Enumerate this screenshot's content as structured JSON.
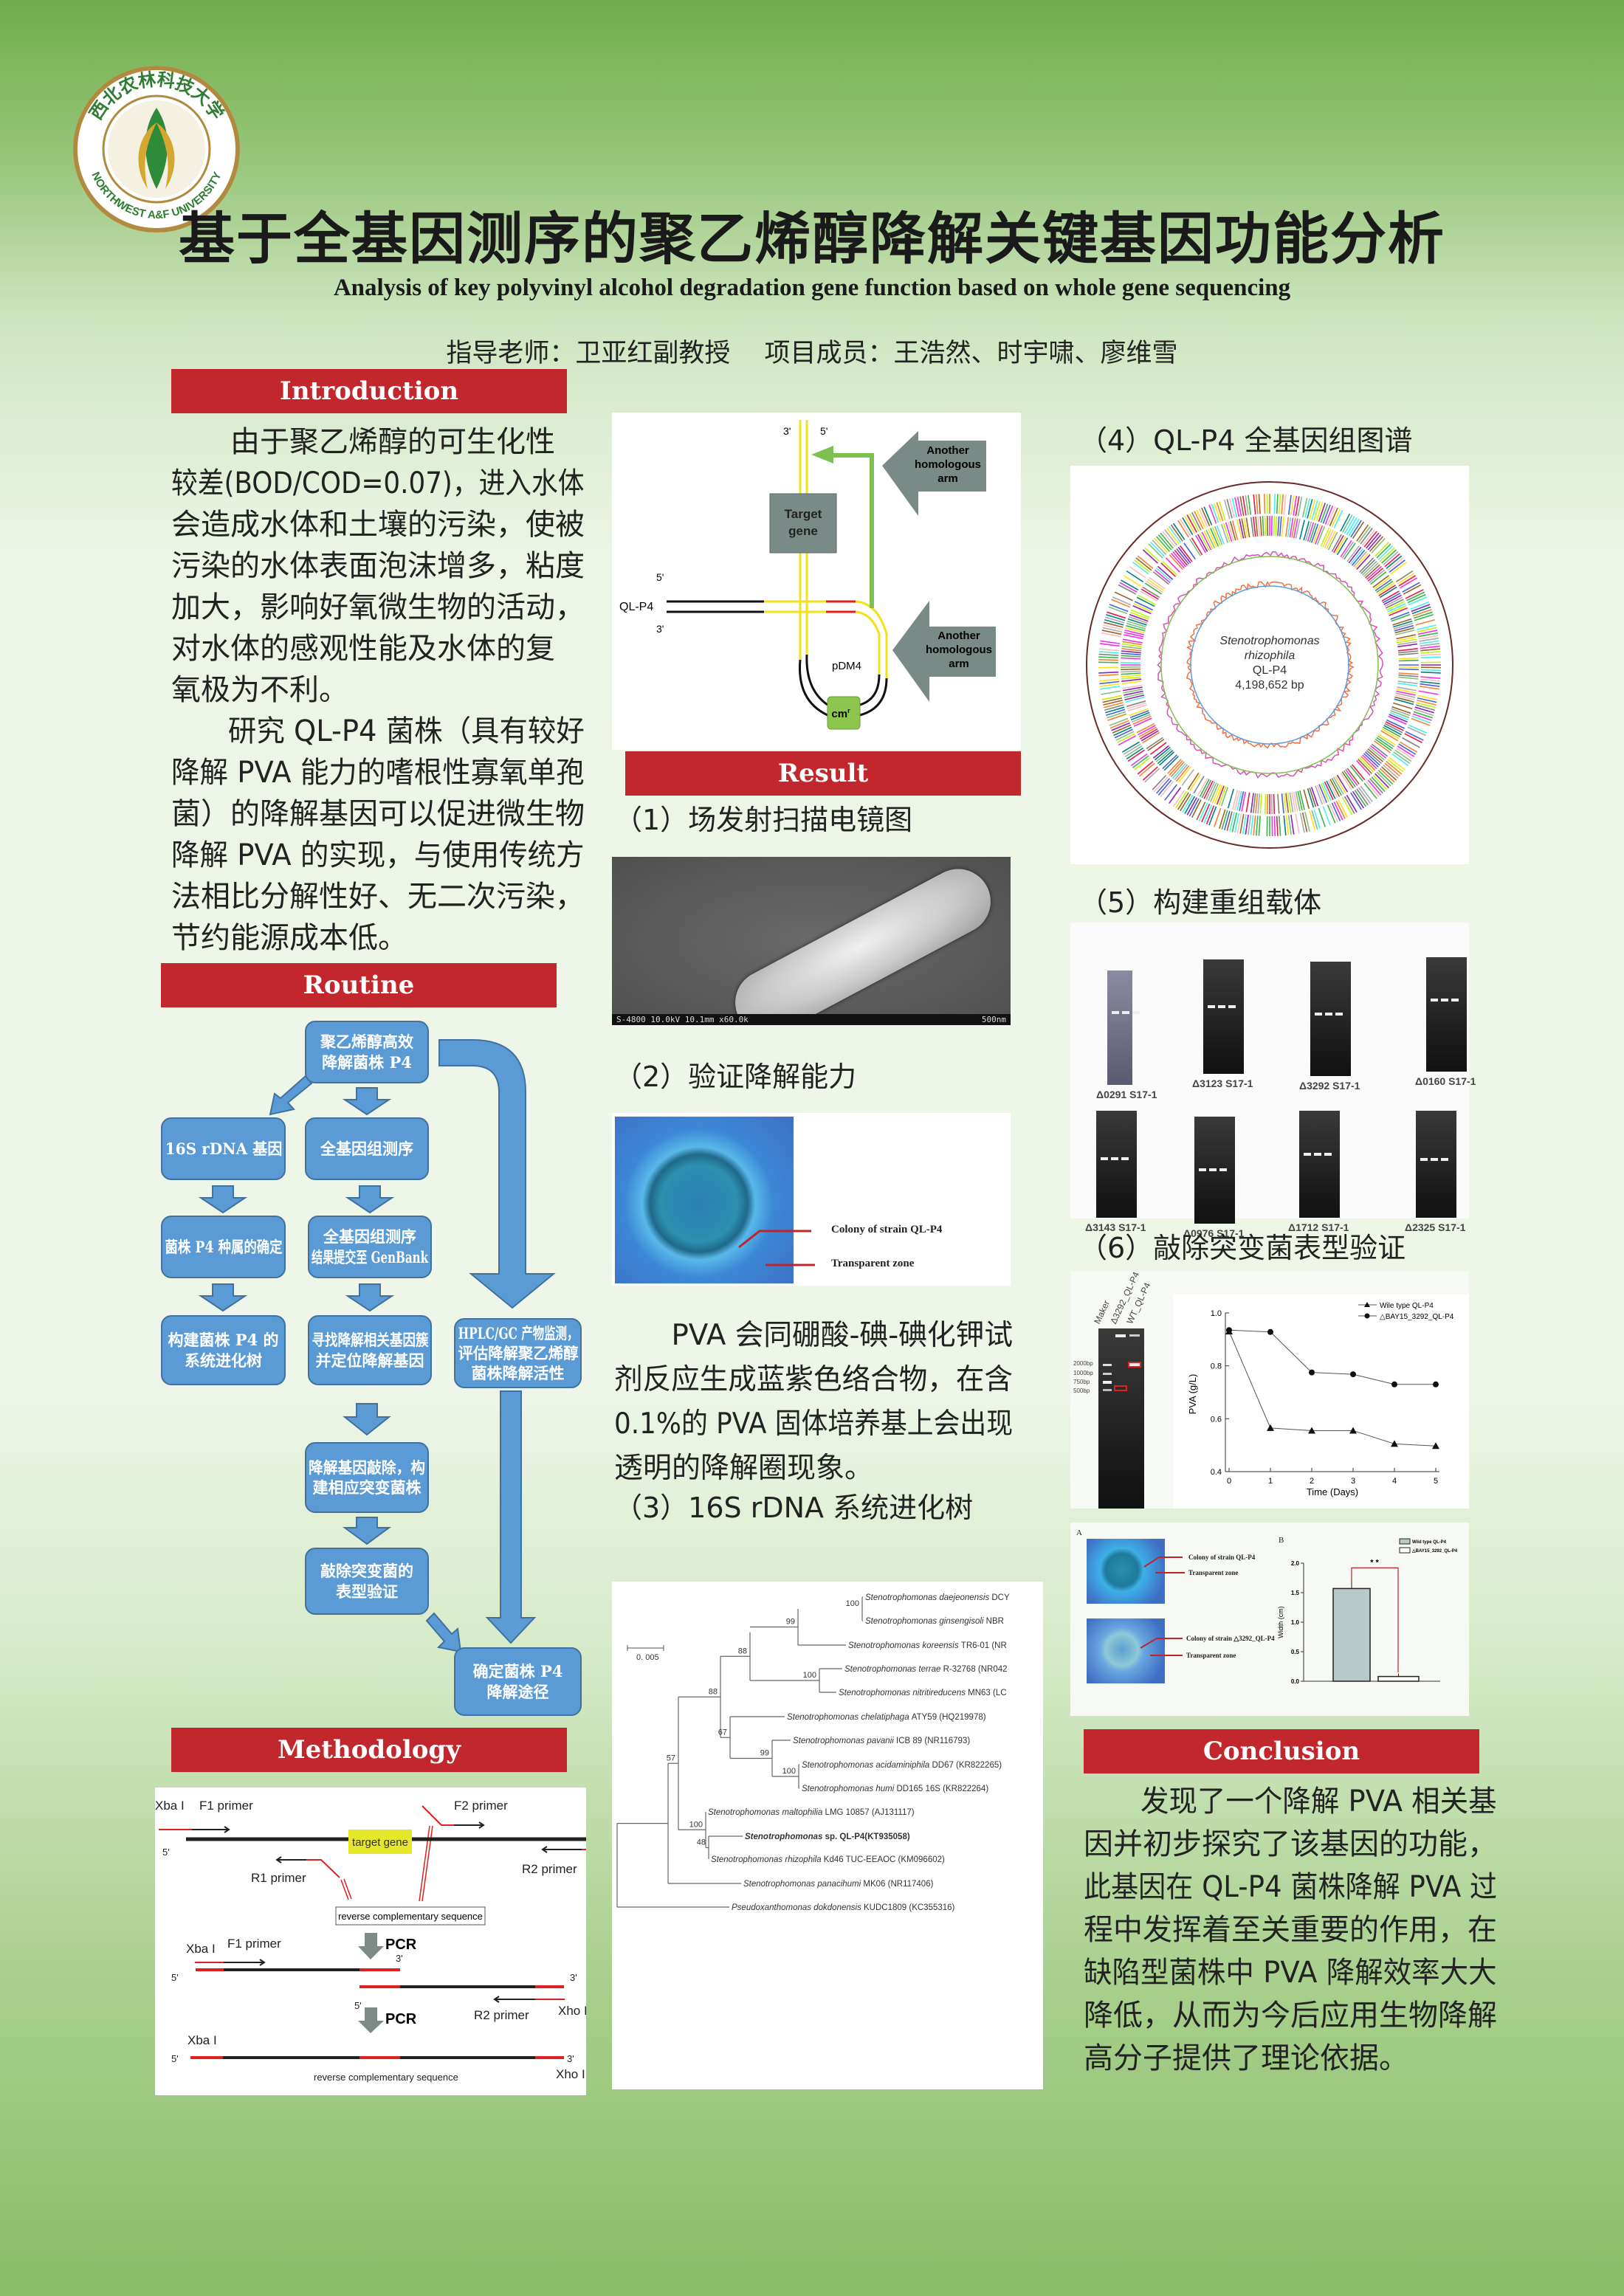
{
  "logo": {
    "top_text": "西北农林科技大学",
    "bottom_text": "NORTHWEST A&F UNIVERSITY"
  },
  "header": {
    "title": "基于全基因测序的聚乙烯醇降解关键基因功能分析",
    "subtitle": "Analysis of key polyvinyl alcohol degradation gene function based on whole gene sequencing",
    "authors": "指导老师：卫亚红副教授　 项目成员：王浩然、时宇啸、廖维雪"
  },
  "colors": {
    "accent_red": "#c1272d",
    "flow_blue": "#5b9bd5",
    "bg_green": "#6fae4c"
  },
  "introduction": {
    "title": "Introduction",
    "lines": [
      "　　由于聚乙烯醇的可生化性",
      "较差(BOD/COD=0.07)，进入水体",
      "会造成水体和土壤的污染，使被",
      "污染的水体表面泡沫增多，粘度",
      "加大，影响好氧微生物的活动，",
      "对水体的感观性能及水体的复",
      "氧极为不利。",
      "　　研究 QL-P4 菌株（具有较好",
      "降解 PVA 能力的嗜根性寡氧单孢",
      "菌）的降解基因可以促进微生物",
      "降解 PVA 的实现，与使用传统方",
      "法相比分解性好、无二次污染，",
      "节约能源成本低。"
    ]
  },
  "routine": {
    "title": "Routine",
    "boxes": [
      [
        "聚乙烯醇高效",
        "降解菌株 P4"
      ],
      [
        "16S rDNA 基因"
      ],
      [
        "全基因组测序"
      ],
      [
        "菌株 P4 种属的确定"
      ],
      [
        "全基因组测序",
        "结果提交至 GenBank"
      ],
      [
        "构建菌株 P4 的",
        "系统进化树"
      ],
      [
        "寻找降解相关基因簇",
        "并定位降解基因"
      ],
      [
        "HPLC/GC 产物监测，",
        "评估降解聚乙烯醇",
        "菌株降解活性"
      ],
      [
        "降解基因敲除，构",
        "建相应突变菌株"
      ],
      [
        "敲除突变菌的",
        "表型验证"
      ],
      [
        "确定菌株 P4",
        "降解途径"
      ]
    ]
  },
  "methodology": {
    "title": "Methodology",
    "labels": {
      "xba": "Xba I",
      "xho": "Xho I",
      "f1": "F1 primer",
      "f2": "F2 primer",
      "r1": "R1 primer",
      "r2": "R2 primer",
      "target": "target gene",
      "rcs": "reverse complementary sequence",
      "pcr": "PCR",
      "five": "5'",
      "three": "3'"
    }
  },
  "knockout_diagram": {
    "three": "3'",
    "five": "5'",
    "target": [
      "Target",
      "gene"
    ],
    "strain": "QL-P4",
    "plasmid": "pDM4",
    "cm": "cm",
    "cm_sup": "r",
    "arm": [
      "Another",
      "homologous",
      "arm"
    ]
  },
  "result": {
    "title": "Result",
    "s1": "（1）场发射扫描电镜图",
    "sem": {
      "info": "S-4800 10.0kV 10.1mm x60.0k",
      "scale": "500nm"
    },
    "s2": "（2）验证降解能力",
    "colony": {
      "colony_label": "Colony of strain QL-P4",
      "zone_label": "Transparent zone"
    },
    "pva_lines": [
      "　　PVA 会同硼酸-碘-碘化钾试",
      "剂反应生成蓝紫色络合物，在含",
      "0.1%的 PVA 固体培养基上会出现",
      "透明的降解圈现象。"
    ],
    "s3": "（3）16S rDNA 系统进化树",
    "tree": {
      "scale_label": "0. 005",
      "leaves": [
        {
          "name": "Stenotrophomonas daejeonensis",
          "strain": "DCY"
        },
        {
          "name": "Stenotrophomonas ginsengisoli",
          "strain": "NBR"
        },
        {
          "name": "Stenotrophomonas koreensis",
          "strain": "TR6-01 (NR"
        },
        {
          "name": "Stenotrophomonas terrae",
          "strain": "R-32768 (NR042"
        },
        {
          "name": "Stenotrophomonas nitritireducens",
          "strain": "MN63 (LC"
        },
        {
          "name": "Stenotrophomonas chelatiphaga",
          "strain": "ATY59 (HQ219978)"
        },
        {
          "name": "Stenotrophomonas pavanii",
          "strain": "ICB 89 (NR116793)"
        },
        {
          "name": "Stenotrophomonas acidaminiphila",
          "strain": "DD67 (KR822265)"
        },
        {
          "name": "Stenotrophomonas humi",
          "strain": "DD165 16S (KR822264)"
        },
        {
          "name": "Stenotrophomonas maltophilia",
          "strain": "LMG 10857 (AJ131117)"
        },
        {
          "name": "Stenotrophomonas",
          "strain": "sp. QL-P4(KT935058)",
          "bold": true
        },
        {
          "name": "Stenotrophomonas rhizophila",
          "strain": "Kd46 TUC-EEAOC (KM096602)"
        },
        {
          "name": "Stenotrophomonas panacihumi",
          "strain": "MK06 (NR117406)"
        },
        {
          "name": "Pseudoxanthomonas dokdonensis",
          "strain": "KUDC1809 (KC355316)"
        }
      ],
      "bootstraps": [
        "100",
        "99",
        "100",
        "88",
        "100",
        "99",
        "67",
        "88",
        "48",
        "100",
        "57"
      ]
    },
    "s4": "（4）QL-P4 全基因组图谱",
    "genome": {
      "lines": [
        "Stenotrophomonas",
        "rhizophila",
        "QL-P4",
        "4,198,652  bp"
      ]
    },
    "s5": "（5）构建重组载体",
    "gels": [
      "Δ0291 S17-1",
      "Δ3123 S17-1",
      "Δ3292 S17-1",
      "Δ0160 S17-1",
      "Δ3143 S17-1",
      "Δ0976 S17-1",
      "Δ1712 S17-1",
      "Δ2325 S17-1"
    ],
    "s6": "（6）敲除突变菌表型验证",
    "ko_gel": {
      "lanes": [
        "Maker",
        "Δ3292_QL-P4",
        "WT_QL-P4"
      ],
      "markers": [
        "2000bp",
        "1000bp",
        "750bp",
        "500bp"
      ]
    },
    "ko_plates": {
      "a": "A",
      "b": "B",
      "colony1": "Colony of strain QL-P4",
      "zone1": "Transparent  zone",
      "colony2": "Colony of strain  △3292_QL-P4",
      "zone2": "Transparent  zone"
    }
  },
  "conclusion": {
    "title": "Conclusion",
    "lines": [
      "　　发现了一个降解 PVA 相关基",
      "因并初步探究了该基因的功能，",
      "此基因在 QL-P4 菌株降解 PVA 过",
      "程中发挥着至关重要的作用，在",
      "缺陷型菌株中 PVA 降解效率大大",
      "降低，从而为今后应用生物降解",
      "高分子提供了理论依据。"
    ]
  },
  "chart_data": [
    {
      "type": "line",
      "title": "",
      "xlabel": "Time (Days)",
      "ylabel": "PVA (g/L)",
      "x": [
        0,
        1,
        2,
        3,
        4,
        5
      ],
      "xticks": [
        "0",
        "1",
        "2",
        "3",
        "4",
        "5"
      ],
      "yticks": [
        "0.4",
        "0.6",
        "0.8",
        "1.0"
      ],
      "ylim": [
        0.4,
        1.0
      ],
      "legend": "top-right",
      "series": [
        {
          "name": "Wile type QL-P4",
          "marker": "triangle",
          "values": [
            0.93,
            0.565,
            0.555,
            0.555,
            0.505,
            0.497
          ]
        },
        {
          "name": "△BAY15_3292_QL-P4",
          "marker": "circle",
          "values": [
            0.935,
            0.928,
            0.775,
            0.768,
            0.73,
            0.73
          ]
        }
      ]
    },
    {
      "type": "bar",
      "ylabel": "Width (cm)",
      "categories": [
        "Wild type QL-P4",
        "△BAY15_3292_QL-P4"
      ],
      "values": [
        1.57,
        0.08
      ],
      "errors": [
        0.18,
        0.05
      ],
      "yticks": [
        "0.0",
        "0.5",
        "1.0",
        "1.5",
        "2.0"
      ],
      "ylim": [
        0,
        2.0
      ],
      "annotation": "* *",
      "legend": "top-right"
    }
  ]
}
